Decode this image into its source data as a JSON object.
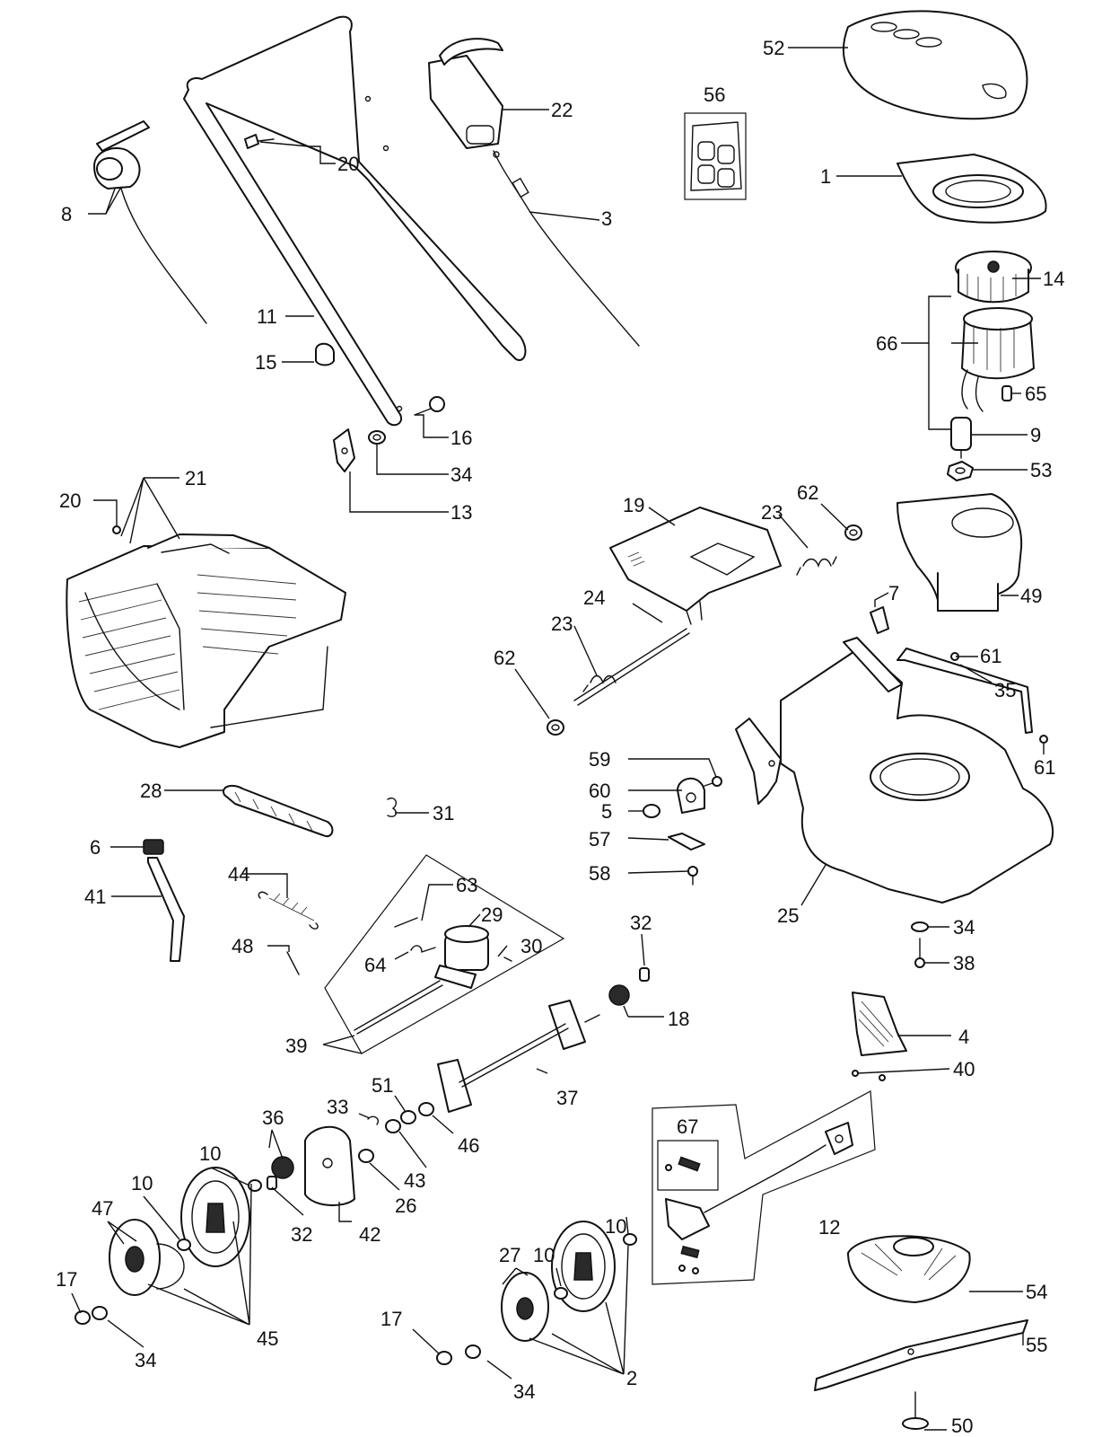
{
  "labels": {
    "l52": "52",
    "l56": "56",
    "l1": "1",
    "l22": "22",
    "l20a": "20",
    "l8": "8",
    "l3": "3",
    "l14": "14",
    "l66": "66",
    "l65": "65",
    "l9": "9",
    "l53": "53",
    "l11": "11",
    "l15": "15",
    "l16": "16",
    "l34a": "34",
    "l13": "13",
    "l21": "21",
    "l20b": "20",
    "l19": "19",
    "l23a": "23",
    "l62a": "62",
    "l49": "49",
    "l7": "7",
    "l24": "24",
    "l23b": "23",
    "l62b": "62",
    "l61a": "61",
    "l35": "35",
    "l61b": "61",
    "l59": "59",
    "l60": "60",
    "l5": "5",
    "l57": "57",
    "l58": "58",
    "l25": "25",
    "l34b": "34",
    "l38": "38",
    "l28": "28",
    "l31": "31",
    "l6": "6",
    "l41": "41",
    "l44": "44",
    "l63": "63",
    "l29": "29",
    "l30": "30",
    "l48": "48",
    "l64": "64",
    "l32a": "32",
    "l18": "18",
    "l39": "39",
    "l4": "4",
    "l40": "40",
    "l51": "51",
    "l33": "33",
    "l37": "37",
    "l36": "36",
    "l10a": "10",
    "l46": "46",
    "l43": "43",
    "l26": "26",
    "l67": "67",
    "l10b": "10",
    "l47": "47",
    "l32b": "32",
    "l42": "42",
    "l12": "12",
    "l10c": "10",
    "l27": "27",
    "l10d": "10",
    "l17a": "17",
    "l45": "45",
    "l34c": "34",
    "l17b": "17",
    "l2": "2",
    "l34d": "34",
    "l54": "54",
    "l55": "55",
    "l50": "50"
  }
}
